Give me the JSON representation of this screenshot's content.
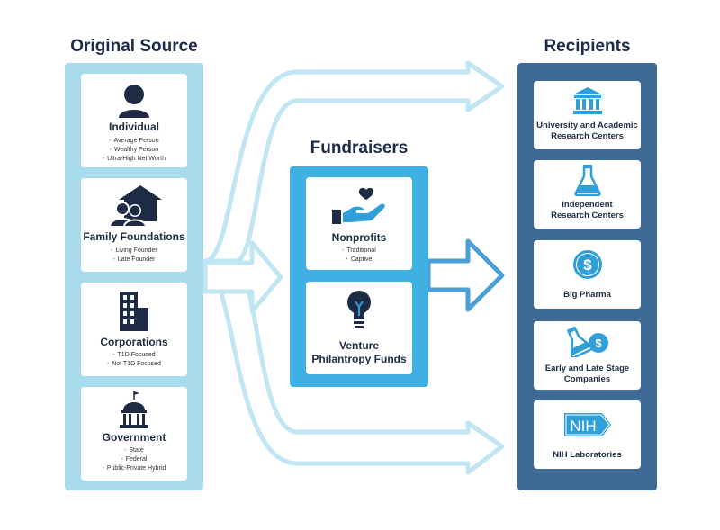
{
  "headings": {
    "original_source": "Original Source",
    "fundraisers": "Fundraisers",
    "recipients": "Recipients"
  },
  "sources": [
    {
      "title": "Individual",
      "items": [
        "Average Person",
        "Wealthy Person",
        "Ultra-High Net Worth"
      ],
      "icon": "person-icon"
    },
    {
      "title": "Family Foundations",
      "items": [
        "Living Founder",
        "Late Founder"
      ],
      "icon": "family-house-icon"
    },
    {
      "title": "Corporations",
      "items": [
        "T1D Focused",
        "Not T1D Focused"
      ],
      "icon": "office-building-icon"
    },
    {
      "title": "Government",
      "items": [
        "State",
        "Federal",
        "Public-Private Hybrid"
      ],
      "icon": "capitol-building-icon"
    }
  ],
  "fundraisers": [
    {
      "title": "Nonprofits",
      "items": [
        "Traditional",
        "Captive"
      ],
      "icon": "hand-heart-icon"
    },
    {
      "title_lines": [
        "Venture",
        "Philantropy Funds"
      ],
      "icon": "lightbulb-icon"
    }
  ],
  "recipients": [
    {
      "title_lines": [
        "University and Academic",
        "Research Centers"
      ],
      "icon": "university-icon"
    },
    {
      "title_lines": [
        "Independent",
        "Research Centers"
      ],
      "icon": "flask-icon"
    },
    {
      "title_lines": [
        "Big Pharma"
      ],
      "icon": "dollar-coin-icon"
    },
    {
      "title_lines": [
        "Early and Late Stage",
        "Companies"
      ],
      "icon": "flask-dollar-icon"
    },
    {
      "title_lines": [
        "NIH Laboratories"
      ],
      "icon": "nih-logo-icon",
      "logo_text": "NIH"
    }
  ],
  "colors": {
    "source_panel": "#a9dcea",
    "fundraiser_panel": "#3fb0e2",
    "recipient_panel": "#3f6a96",
    "arrow_light": "#bfe6f2",
    "arrow_mid": "#4a9fd4",
    "icon_dark": "#1e2b45",
    "icon_blue": "#2e9fd9"
  }
}
